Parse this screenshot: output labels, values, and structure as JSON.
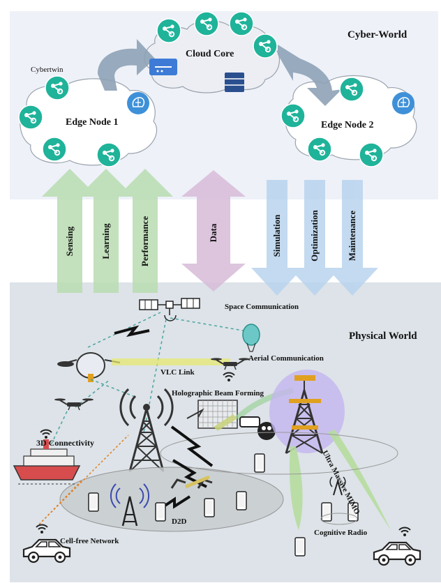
{
  "cyber": {
    "title": "Cyber-World",
    "cloud_label": "Cloud Core",
    "cybertwin_label": "Cybertwin",
    "edge1_label": "Edge Node 1",
    "edge2_label": "Edge Node 2"
  },
  "arrows_up": [
    "Sensing",
    "Learning",
    "Performance"
  ],
  "arrow_data": "Data",
  "arrows_down": [
    "Simulation",
    "Optimization",
    "Maintenance"
  ],
  "physical": {
    "title": "Physical World",
    "labels": {
      "space": "Space Communication",
      "aerial": "Aerial Communication",
      "vlc": "VLC Link",
      "holographic": "Holographic Beam Forming",
      "connectivity": "3D Connectivity",
      "mimo": "Ultra Massive MIMO",
      "d2d": "D2D",
      "cellfree": "Cell-free Network",
      "cognitive": "Cognitive Radio"
    }
  },
  "colors": {
    "cyber_bg": "#eef1f8",
    "physical_bg": "#dde3e8",
    "node_green": "#1fb39a",
    "up_arrow": "#b9dcb1",
    "data_arrow": "#d8bcd9",
    "down_arrow": "#b9d4ee"
  }
}
